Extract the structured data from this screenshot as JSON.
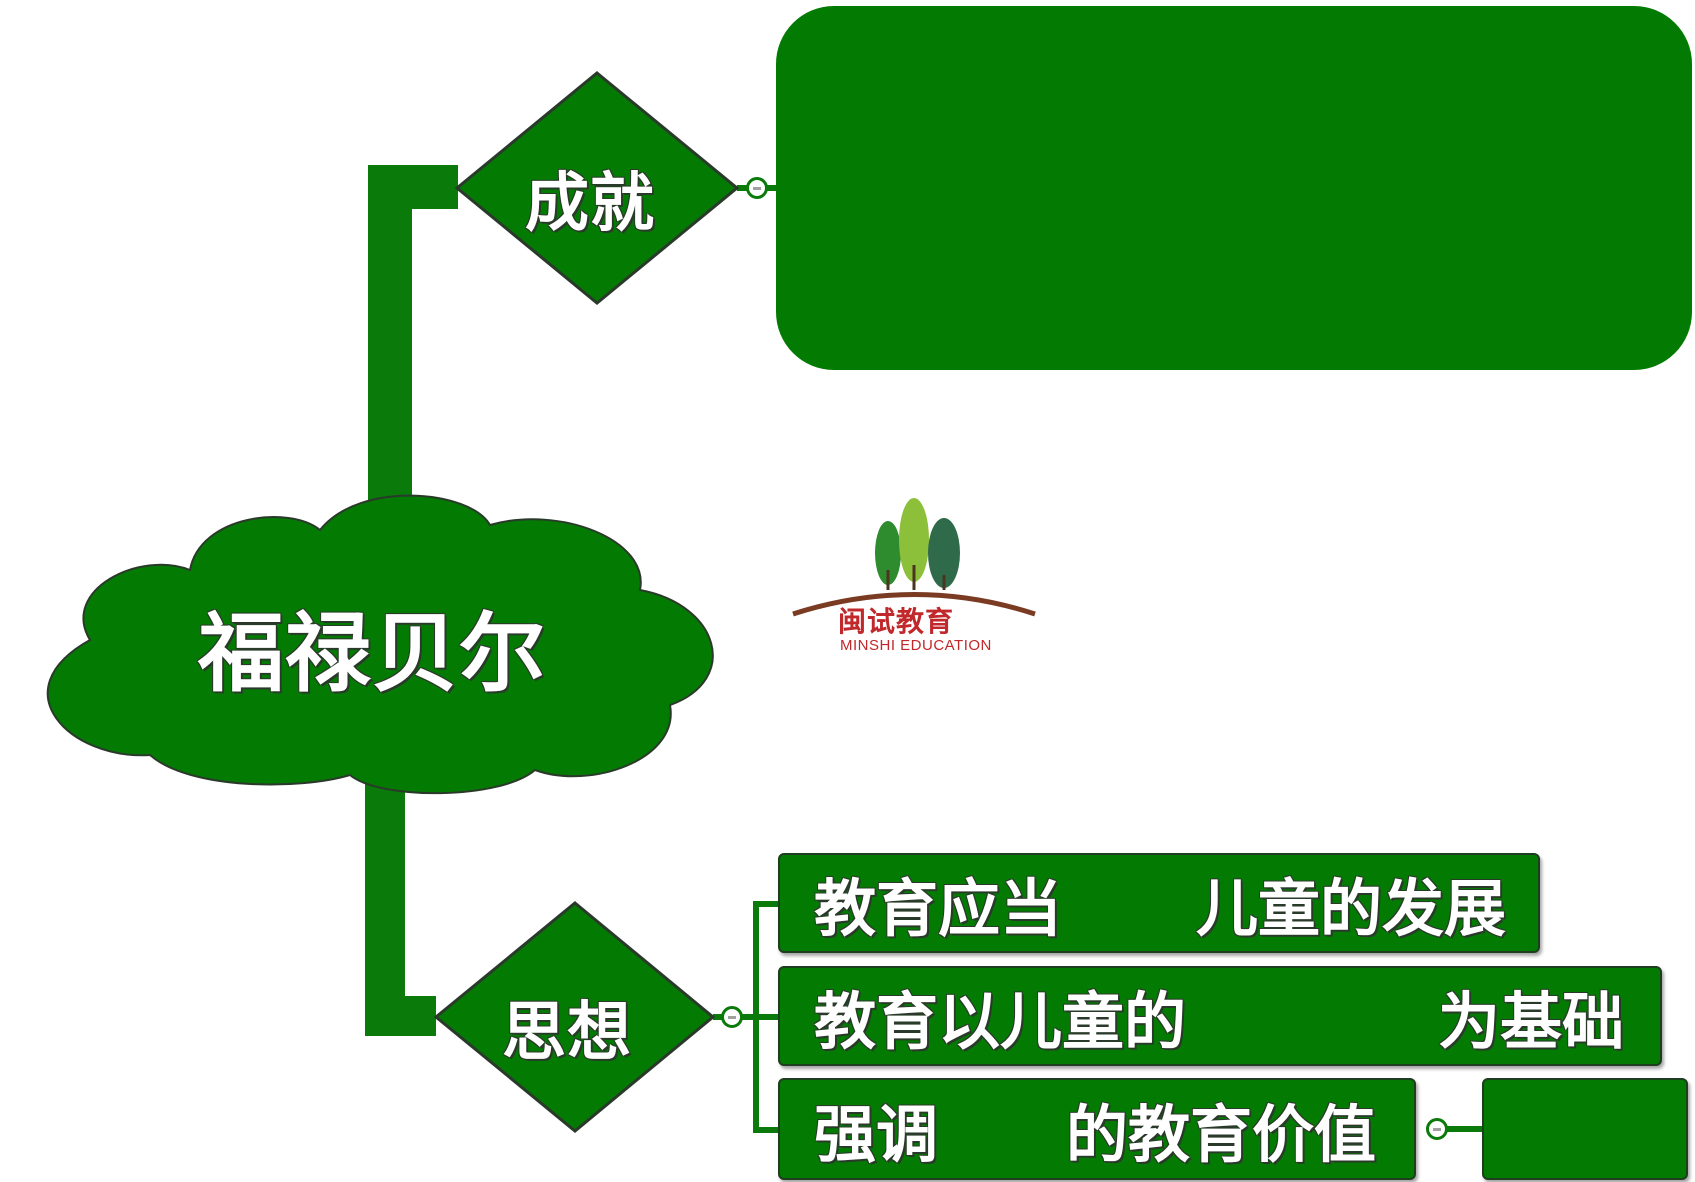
{
  "diagram": {
    "root": {
      "label": "福禄贝尔"
    },
    "branches": [
      {
        "label": "成就"
      },
      {
        "label": "思想"
      }
    ],
    "thoughts": [
      {
        "left": "教育应当",
        "right": "儿童的发展"
      },
      {
        "left": "教育以儿童的",
        "right": "为基础"
      },
      {
        "left": "强调",
        "right": "的教育价值"
      }
    ]
  },
  "logo": {
    "name_cn": "闽试教育",
    "name_en": "MINSHI EDUCATION"
  },
  "colors": {
    "node_green": "#037b03",
    "logo_red": "#c0282b"
  }
}
